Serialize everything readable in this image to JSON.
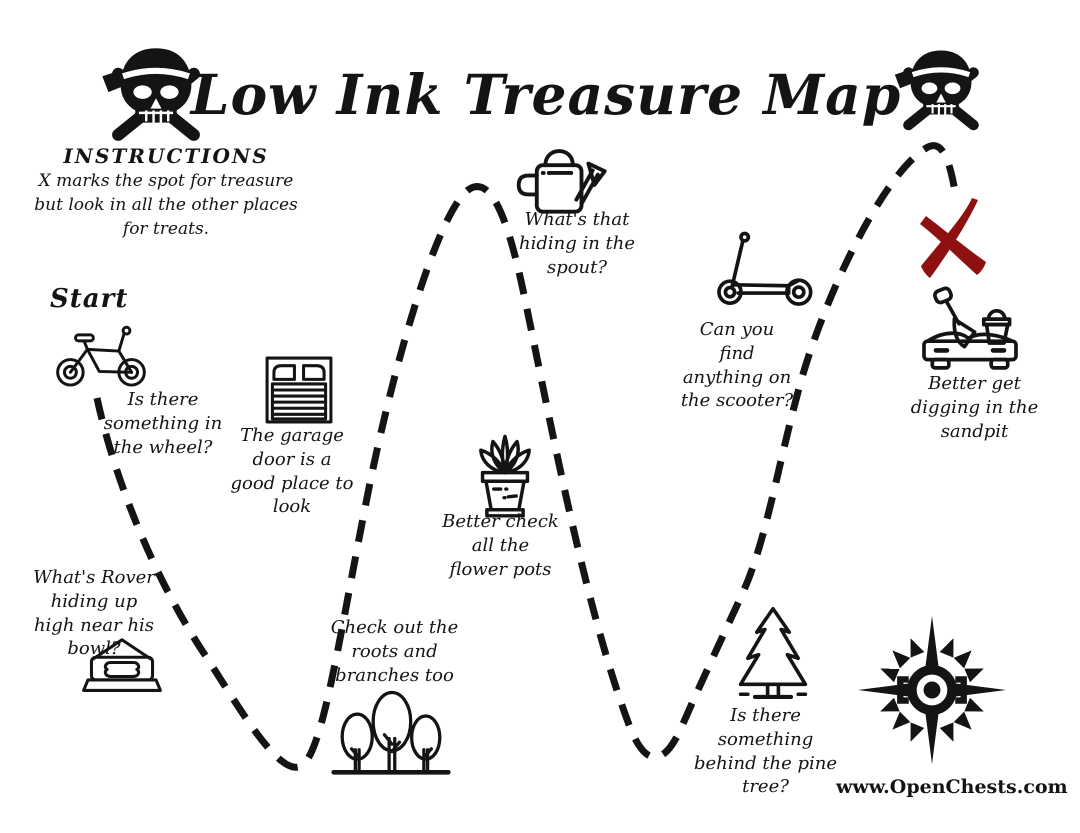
{
  "page": {
    "title": "Low Ink Treasure Map",
    "website": "www.OpenChests.com"
  },
  "colors": {
    "ink": "#141414",
    "x_mark_red": "#8e1111",
    "background": "#ffffff"
  },
  "instructions": {
    "heading": "INSTRUCTIONS",
    "body": "X marks the spot for treasure\nbut look in all the other places\nfor treats."
  },
  "start": {
    "label": "Start"
  },
  "icons": [
    "skull-crossbones-icon",
    "bicycle-icon",
    "garage-door-icon",
    "watering-can-icon",
    "flower-pot-icon",
    "scooter-icon",
    "x-mark-icon",
    "sandpit-icon",
    "dog-bowl-icon",
    "trees-icon",
    "pine-tree-icon",
    "compass-rose-icon",
    "dashed-trail"
  ],
  "stops": {
    "bicycle": {
      "caption": "Is there\nsomething in\nthe wheel?"
    },
    "garage": {
      "caption": "The garage\ndoor is a\ngood place to\nlook"
    },
    "watering_can": {
      "caption": "What's that\nhiding in the\nspout?"
    },
    "flower_pots": {
      "caption": "Better check\nall the\nflower pots"
    },
    "scooter": {
      "caption": "Can you\nfind\nanything on\nthe scooter?"
    },
    "sandpit": {
      "caption": "Better get\ndigging in the\nsandpit"
    },
    "dog_bowl": {
      "caption": "What's Rover\nhiding up\nhigh near his\nbowl?"
    },
    "trees": {
      "caption": "Check out the\nroots and\nbranches too"
    },
    "pine_tree": {
      "caption": "Is there\nsomething\nbehind the pine\ntree?"
    }
  }
}
